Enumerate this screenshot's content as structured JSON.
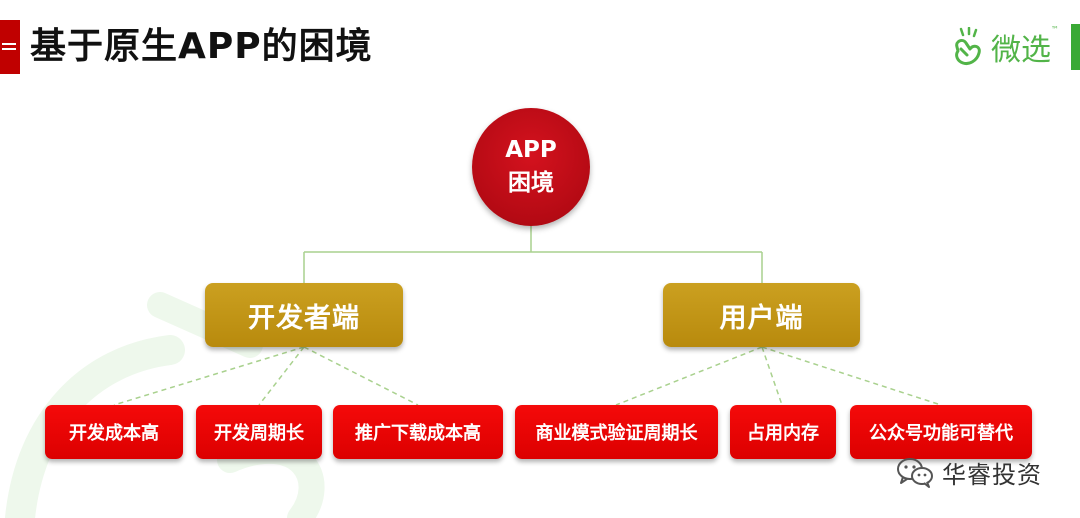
{
  "header": {
    "title": "基于原生APP的困境",
    "accent_color": "#c00000"
  },
  "brand": {
    "name": "微选",
    "tm": "™",
    "icon": "snap-hand-icon",
    "color": "#52b448"
  },
  "diagram": {
    "root": {
      "line1": "APP",
      "line2": "困境",
      "color": "#c00c16"
    },
    "branches": [
      {
        "label": "开发者端",
        "leaves": [
          "开发成本高",
          "开发周期长",
          "推广下载成本高"
        ]
      },
      {
        "label": "用户端",
        "leaves": [
          "商业模式验证周期长",
          "占用内存",
          "公众号功能可替代"
        ]
      }
    ],
    "branch_color": "#c49a18",
    "leaf_color": "#e80000",
    "connector_color": "#a9d18e"
  },
  "watermark": {
    "icon": "wechat-icon",
    "text": "华睿投资"
  }
}
